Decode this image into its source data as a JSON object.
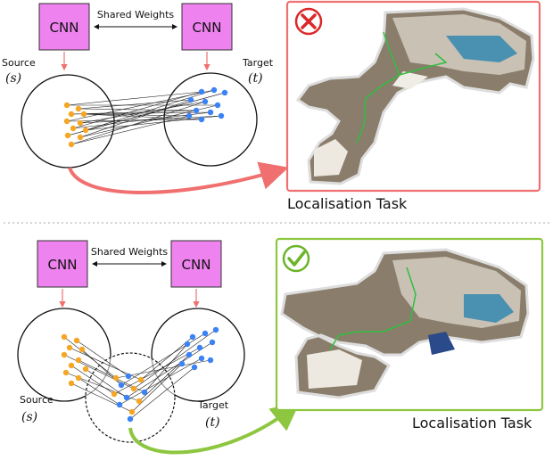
{
  "top": {
    "cnn_left": "CNN",
    "cnn_right": "CNN",
    "shared_weights": "Shared Weights",
    "source_label": "Source",
    "source_symbol": "(s)",
    "target_label": "Target",
    "target_symbol": "(t)",
    "task_label": "Localisation Task",
    "status": "failure",
    "status_icon": "x-circle-icon",
    "arrow_color": "#f07070",
    "frame_color": "#f07070"
  },
  "bottom": {
    "cnn_left": "CNN",
    "cnn_right": "CNN",
    "shared_weights": "Shared Weights",
    "source_label": "Source",
    "source_symbol": "(s)",
    "target_label": "Target",
    "target_symbol": "(t)",
    "task_label": "Localisation Task",
    "status": "success",
    "status_icon": "check-circle-icon",
    "arrow_color": "#8dc63f",
    "frame_color": "#8dc63f"
  },
  "colors": {
    "cnn_fill": "#ee82ee",
    "source_points": "#f5a623",
    "target_points": "#3b82f6",
    "separator": "#bbbbbb"
  }
}
